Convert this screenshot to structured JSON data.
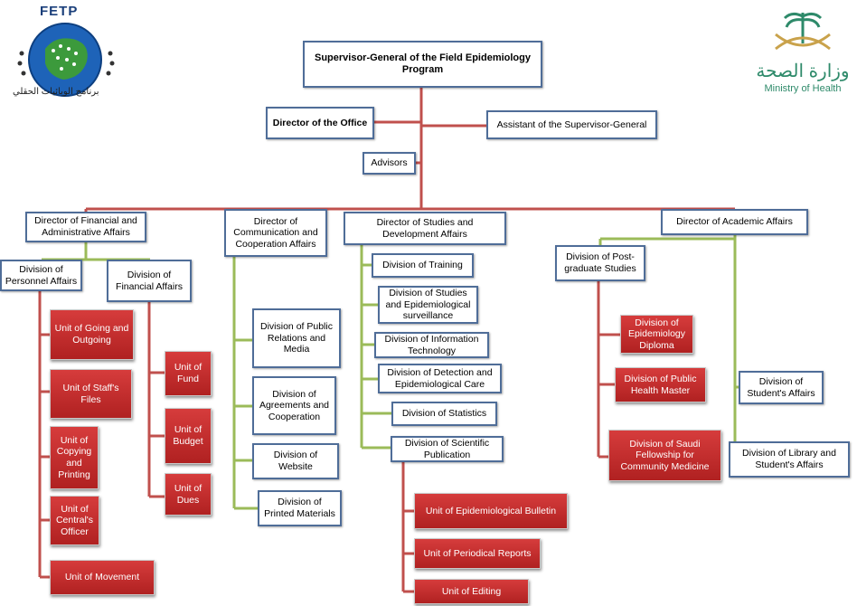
{
  "logos": {
    "fetp_text": "FETP",
    "fetp_arabic": "برنامج الوبائيات الحقلي",
    "moh_arabic": "وزارة الصحة",
    "moh_english": "Ministry of Health"
  },
  "colors": {
    "red_line": "#c0504d",
    "green_line": "#9bbb59",
    "box_border": "#4f6d98",
    "red_box": "#c0312b"
  },
  "nodes": {
    "supervisor_general": "Supervisor-General of the Field Epidemiology  Program",
    "director_office": "Director of the Office",
    "assistant_supervisor": "Assistant of the Supervisor-General",
    "advisors": "Advisors",
    "dir_financial_admin": "Director of Financial and Administrative Affairs",
    "dir_communication": "Director of Communication and Cooperation Affairs",
    "dir_studies_dev": "Director of Studies and Development Affairs",
    "dir_academic": "Director of Academic Affairs",
    "div_personnel": "Division of Personnel Affairs",
    "div_financial": "Division of Financial Affairs",
    "unit_going_outgoing": "Unit of Going and Outgoing",
    "unit_staff_files": "Unit of Staff's Files",
    "unit_copying_printing": "Unit of Copying and Printing",
    "unit_central_officer": "Unit of Central's Officer",
    "unit_movement": "Unit of Movement",
    "unit_fund": "Unit of Fund",
    "unit_budget": "Unit of Budget",
    "unit_dues": "Unit of Dues",
    "div_public_relations": "Division of Public Relations and Media",
    "div_agreements": "Division of Agreements and Cooperation",
    "div_website": "Division of Website",
    "div_printed": "Division of Printed Materials",
    "div_training": "Division of Training",
    "div_studies_surv": "Division of Studies and Epidemiological surveillance",
    "div_info_tech": "Division of Information Technology",
    "div_detection": "Division of Detection and Epidemiological Care",
    "div_statistics": "Division of Statistics",
    "div_scientific_pub": "Division of Scientific Publication",
    "unit_epi_bulletin": "Unit of Epidemiological Bulletin",
    "unit_periodical": "Unit of Periodical Reports",
    "unit_editing": "Unit of Editing",
    "div_postgrad": "Division of Post-graduate Studies",
    "div_epi_diploma": "Division of Epidemiology Diploma",
    "div_public_health": "Division of Public Health Master",
    "div_saudi_fellowship": "Division of Saudi Fellowship for Community Medicine",
    "div_students_affairs": "Division of Student's Affairs",
    "div_library": "Division of Library and Student's Affairs"
  }
}
